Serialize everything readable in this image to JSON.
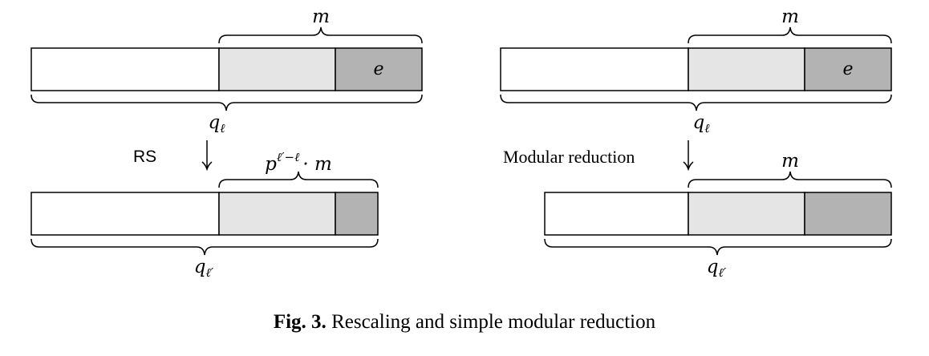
{
  "colors": {
    "white_segment": "#ffffff",
    "light_segment": "#e5e5e5",
    "dark_segment": "#b3b3b3",
    "stroke": "#000000"
  },
  "left_panel": {
    "top_label_m": "m",
    "top_label_e": "e",
    "top_label_q": "q",
    "top_label_q_sub": "ℓ",
    "arrow_label": "RS",
    "bottom_label_p": "p",
    "bottom_label_p_sup": "ℓ′−ℓ",
    "bottom_label_dot_m": "· m",
    "bottom_label_q": "q",
    "bottom_label_q_sub": "ℓ′"
  },
  "right_panel": {
    "top_label_m": "m",
    "top_label_e": "e",
    "top_label_q": "q",
    "top_label_q_sub": "ℓ",
    "arrow_label": "Modular reduction",
    "bottom_label_m": "m",
    "bottom_label_q": "q",
    "bottom_label_q_sub": "ℓ′"
  },
  "caption": {
    "label": "Fig. 3.",
    "text": " Rescaling and simple modular reduction"
  }
}
